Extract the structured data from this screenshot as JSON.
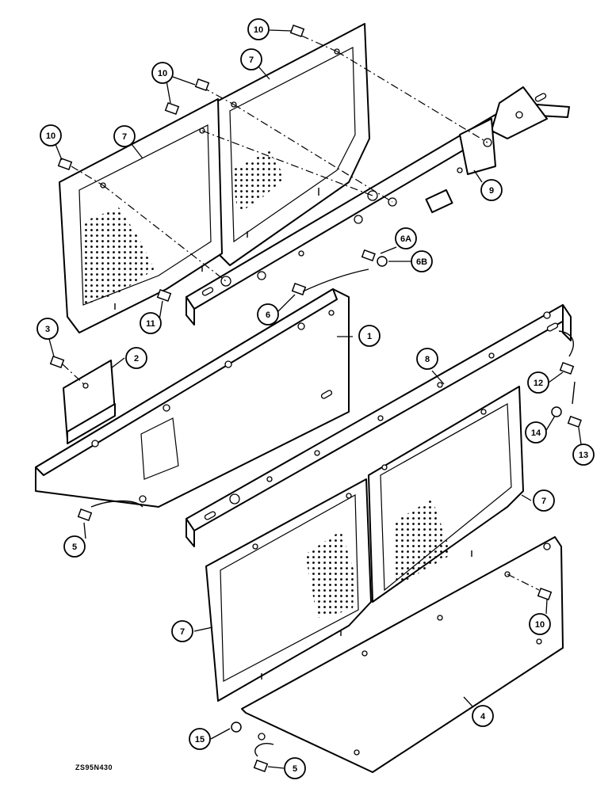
{
  "figure_code": "ZS95N430",
  "callouts": [
    {
      "id": "c10a",
      "label": "10"
    },
    {
      "id": "c7a",
      "label": "7"
    },
    {
      "id": "c10b",
      "label": "10"
    },
    {
      "id": "c10c",
      "label": "10"
    },
    {
      "id": "c7b",
      "label": "7"
    },
    {
      "id": "c9",
      "label": "9"
    },
    {
      "id": "c6a",
      "label": "6A"
    },
    {
      "id": "c6b",
      "label": "6B"
    },
    {
      "id": "c6",
      "label": "6"
    },
    {
      "id": "c11",
      "label": "11"
    },
    {
      "id": "c1",
      "label": "1"
    },
    {
      "id": "c3",
      "label": "3"
    },
    {
      "id": "c2",
      "label": "2"
    },
    {
      "id": "c8",
      "label": "8"
    },
    {
      "id": "c12",
      "label": "12"
    },
    {
      "id": "c14",
      "label": "14"
    },
    {
      "id": "c13",
      "label": "13"
    },
    {
      "id": "c5a",
      "label": "5"
    },
    {
      "id": "c7c",
      "label": "7"
    },
    {
      "id": "c7d",
      "label": "7"
    },
    {
      "id": "c10d",
      "label": "10"
    },
    {
      "id": "c4",
      "label": "4"
    },
    {
      "id": "c15",
      "label": "15"
    },
    {
      "id": "c5b",
      "label": "5"
    }
  ]
}
